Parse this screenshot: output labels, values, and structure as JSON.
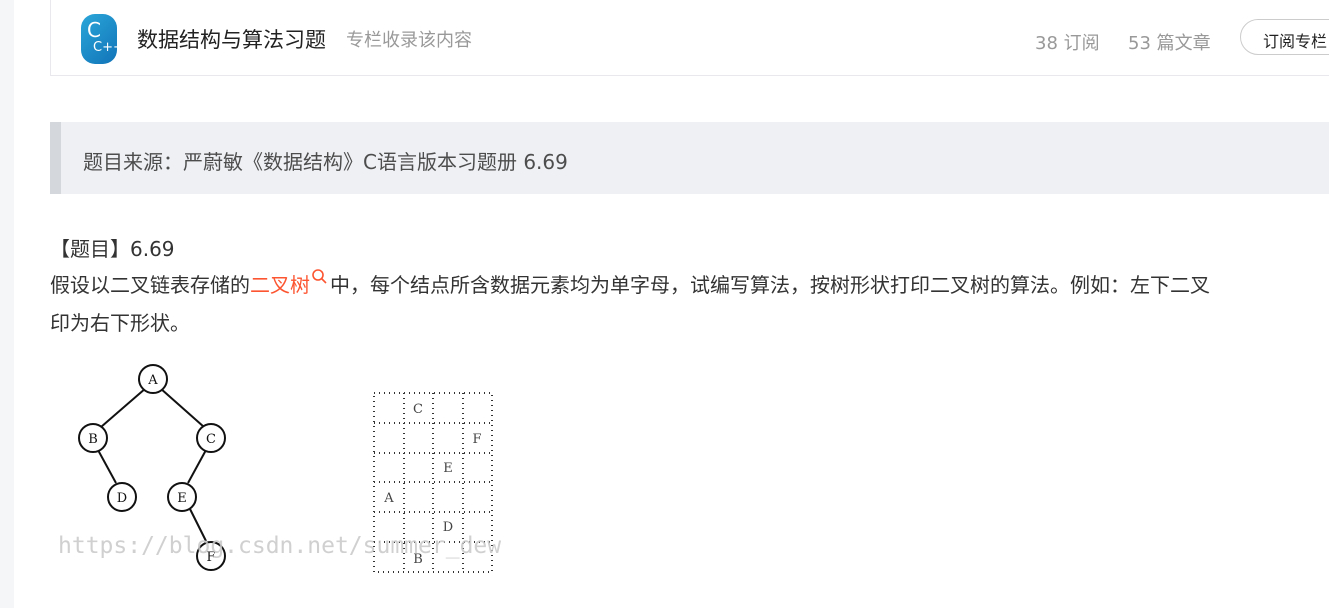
{
  "column": {
    "logo_line1": "C",
    "logo_line2": "C++",
    "title": "数据结构与算法习题",
    "subtitle": "专栏收录该内容",
    "subscribers": "38 订阅",
    "articles": "53 篇文章",
    "subscribe_label": "订阅专栏"
  },
  "quote": "题目来源：严蔚敏《数据结构》C语言版本习题册 6.69",
  "content": {
    "heading": "【题目】6.69",
    "line1_before": "假设以二叉链表存储的",
    "line1_keyword": "二叉树",
    "line1_after": "中，每个结点所含数据元素均为单字母，试编写算法，按树形状打印二叉树的算法。例如：左下二叉",
    "line2": "印为右下形状。"
  },
  "figure": {
    "tree_nodes": [
      "A",
      "B",
      "C",
      "D",
      "E",
      "F"
    ],
    "grid_labels": [
      "C",
      "F",
      "E",
      "A",
      "D",
      "B"
    ],
    "watermark": "https://blog.csdn.net/summer_dew"
  },
  "colors": {
    "keyword": "#fc5531",
    "quote_bg": "#eef0f4",
    "quote_bar": "#d4d8dd"
  }
}
